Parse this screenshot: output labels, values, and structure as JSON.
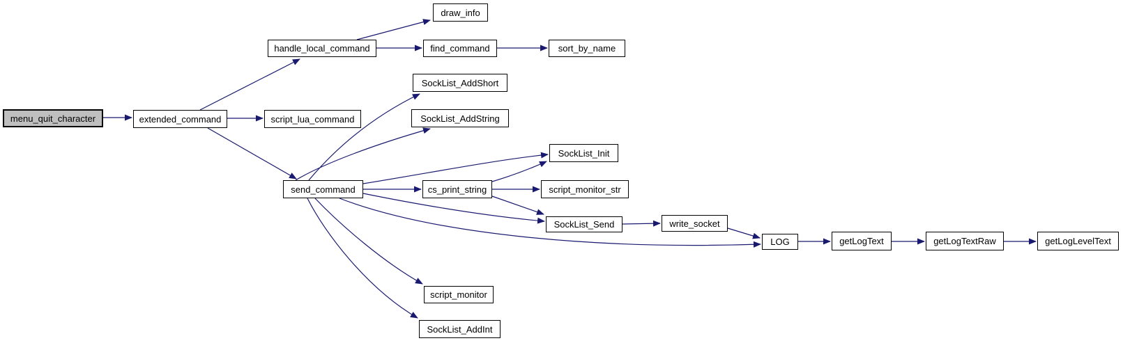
{
  "diagram": {
    "type": "function-call-graph",
    "background_color": "#ffffff",
    "edge_color": "#191970",
    "node_border_color": "#000000",
    "node_fill_color": "#ffffff",
    "highlighted_node_fill_color": "#bfbfbf",
    "text_color": "#000000"
  },
  "nodes": [
    {
      "id": "menu_quit_character",
      "label": "menu_quit_character",
      "highlighted": true
    },
    {
      "id": "extended_command",
      "label": "extended_command",
      "highlighted": false
    },
    {
      "id": "handle_local_command",
      "label": "handle_local_command",
      "highlighted": false
    },
    {
      "id": "draw_info",
      "label": "draw_info",
      "highlighted": false
    },
    {
      "id": "find_command",
      "label": "find_command",
      "highlighted": false
    },
    {
      "id": "sort_by_name",
      "label": "sort_by_name",
      "highlighted": false
    },
    {
      "id": "script_lua_command",
      "label": "script_lua_command",
      "highlighted": false
    },
    {
      "id": "SockList_AddShort",
      "label": "SockList_AddShort",
      "highlighted": false
    },
    {
      "id": "SockList_AddString",
      "label": "SockList_AddString",
      "highlighted": false
    },
    {
      "id": "send_command",
      "label": "send_command",
      "highlighted": false
    },
    {
      "id": "SockList_Init",
      "label": "SockList_Init",
      "highlighted": false
    },
    {
      "id": "cs_print_string",
      "label": "cs_print_string",
      "highlighted": false
    },
    {
      "id": "script_monitor_str",
      "label": "script_monitor_str",
      "highlighted": false
    },
    {
      "id": "SockList_Send",
      "label": "SockList_Send",
      "highlighted": false
    },
    {
      "id": "write_socket",
      "label": "write_socket",
      "highlighted": false
    },
    {
      "id": "LOG",
      "label": "LOG",
      "highlighted": false
    },
    {
      "id": "getLogText",
      "label": "getLogText",
      "highlighted": false
    },
    {
      "id": "getLogTextRaw",
      "label": "getLogTextRaw",
      "highlighted": false
    },
    {
      "id": "getLogLevelText",
      "label": "getLogLevelText",
      "highlighted": false
    },
    {
      "id": "script_monitor",
      "label": "script_monitor",
      "highlighted": false
    },
    {
      "id": "SockList_AddInt",
      "label": "SockList_AddInt",
      "highlighted": false
    }
  ],
  "edges": [
    {
      "from": "menu_quit_character",
      "to": "extended_command"
    },
    {
      "from": "extended_command",
      "to": "handle_local_command"
    },
    {
      "from": "extended_command",
      "to": "script_lua_command"
    },
    {
      "from": "extended_command",
      "to": "send_command"
    },
    {
      "from": "handle_local_command",
      "to": "draw_info"
    },
    {
      "from": "handle_local_command",
      "to": "find_command"
    },
    {
      "from": "find_command",
      "to": "sort_by_name"
    },
    {
      "from": "send_command",
      "to": "SockList_AddShort"
    },
    {
      "from": "send_command",
      "to": "SockList_AddString"
    },
    {
      "from": "send_command",
      "to": "SockList_Init"
    },
    {
      "from": "send_command",
      "to": "cs_print_string"
    },
    {
      "from": "send_command",
      "to": "SockList_Send"
    },
    {
      "from": "send_command",
      "to": "LOG"
    },
    {
      "from": "send_command",
      "to": "script_monitor"
    },
    {
      "from": "send_command",
      "to": "SockList_AddInt"
    },
    {
      "from": "cs_print_string",
      "to": "SockList_Init"
    },
    {
      "from": "cs_print_string",
      "to": "script_monitor_str"
    },
    {
      "from": "cs_print_string",
      "to": "SockList_Send"
    },
    {
      "from": "SockList_Send",
      "to": "write_socket"
    },
    {
      "from": "write_socket",
      "to": "LOG"
    },
    {
      "from": "LOG",
      "to": "getLogText"
    },
    {
      "from": "getLogText",
      "to": "getLogTextRaw"
    },
    {
      "from": "getLogTextRaw",
      "to": "getLogLevelText"
    }
  ]
}
